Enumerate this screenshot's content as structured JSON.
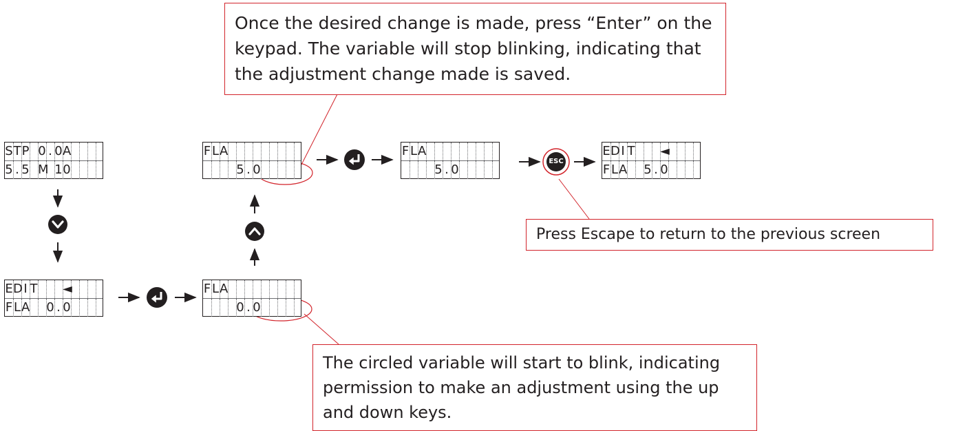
{
  "callouts": {
    "enter": "Once the desired change is made, press “Enter” on the keypad. The variable will stop blinking, indicating that the adjustment change made is saved.",
    "escape": "Press Escape to return to the previous screen",
    "blink": "The circled variable will start to blink, indicating permission to make an adjustment using the up and down keys."
  },
  "keys": {
    "escape_label": "ESC"
  },
  "screens": [
    {
      "id": "status",
      "rows": [
        "STP 0.0A",
        "5.5 M 10"
      ]
    },
    {
      "id": "edit-a",
      "rows": [
        "EDIT   ◄",
        "FLA  0.0"
      ]
    },
    {
      "id": "fla-zero",
      "rows": [
        "FLA",
        "    0.0"
      ]
    },
    {
      "id": "fla-five",
      "rows": [
        "FLA",
        "    5.0"
      ]
    },
    {
      "id": "fla-saved",
      "rows": [
        "FLA",
        "    5.0"
      ]
    },
    {
      "id": "edit-b",
      "rows": [
        "EDIT   ◄",
        "FLA  5.0"
      ]
    }
  ],
  "colors": {
    "callout_border": "#d2232a",
    "key_fill": "#231f20",
    "text": "#231f20"
  },
  "icons": [
    "down-key-icon",
    "up-key-icon",
    "enter-key-icon",
    "escape-key-icon",
    "arrow-icon"
  ]
}
